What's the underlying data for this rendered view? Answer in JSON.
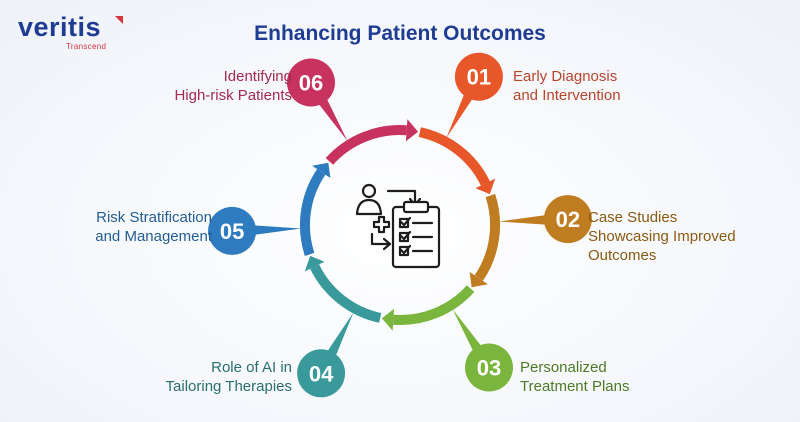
{
  "brand": {
    "name": "veritis",
    "tagline": "Transcend",
    "logo_accent": "#d7343a"
  },
  "title": "Enhancing Patient Outcomes",
  "center_icon": "clipboard-checklist-doctor-icon",
  "steps": [
    {
      "number": "01",
      "lines": [
        "Early Diagnosis",
        "and Intervention"
      ],
      "color": "#e8572a",
      "text_color": "#b8452a"
    },
    {
      "number": "02",
      "lines": [
        "Case Studies",
        "Showcasing Improved",
        "Outcomes"
      ],
      "color": "#bf7c20",
      "text_color": "#8a5a12"
    },
    {
      "number": "03",
      "lines": [
        "Personalized",
        "Treatment Plans"
      ],
      "color": "#7ab53e",
      "text_color": "#4d7a26"
    },
    {
      "number": "04",
      "lines": [
        "Role of AI in",
        "Tailoring Therapies"
      ],
      "color": "#3a9a9b",
      "text_color": "#2a6e6f"
    },
    {
      "number": "05",
      "lines": [
        "Risk Stratification",
        "and Management"
      ],
      "color": "#2e7bbf",
      "text_color": "#245d93"
    },
    {
      "number": "06",
      "lines": [
        "Identifying",
        "High-risk Patients"
      ],
      "color": "#c8325f",
      "text_color": "#a42a50"
    }
  ]
}
